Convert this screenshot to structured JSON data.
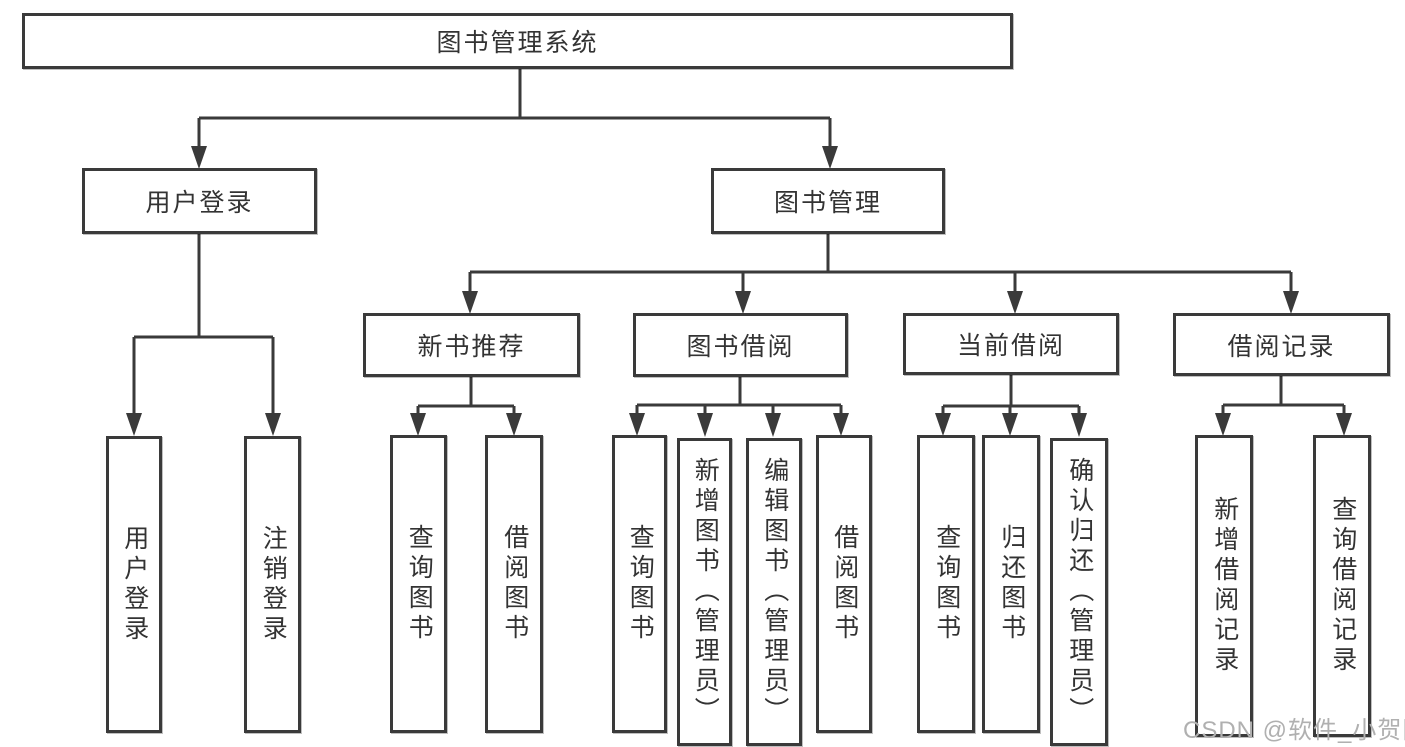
{
  "diagram_title": "图书管理系统",
  "tree": {
    "root": {
      "label": "图书管理系统"
    },
    "branches": [
      {
        "label": "用户登录",
        "children": [
          {
            "label": "用户登录"
          },
          {
            "label": "注销登录"
          }
        ]
      },
      {
        "label": "图书管理",
        "children": [
          {
            "label": "新书推荐",
            "children": [
              {
                "label": "查询图书"
              },
              {
                "label": "借阅图书"
              }
            ]
          },
          {
            "label": "图书借阅",
            "children": [
              {
                "label": "查询图书"
              },
              {
                "label": "新增图书（管理员）"
              },
              {
                "label": "编辑图书（管理员）"
              },
              {
                "label": "借阅图书"
              }
            ]
          },
          {
            "label": "当前借阅",
            "children": [
              {
                "label": "查询图书"
              },
              {
                "label": "归还图书"
              },
              {
                "label": "确认归还（管理员）"
              }
            ]
          },
          {
            "label": "借阅记录",
            "children": [
              {
                "label": "新增借阅记录"
              },
              {
                "label": "查询借阅记录"
              }
            ]
          }
        ]
      }
    ]
  },
  "watermark": {
    "text": "CSDN @软件_小贺同学"
  },
  "colors": {
    "line": "#3a3a3a",
    "box_border": "#3a3a3a",
    "box_fill": "#ffffff",
    "text": "#333333",
    "watermark": "#b0b0b0"
  }
}
